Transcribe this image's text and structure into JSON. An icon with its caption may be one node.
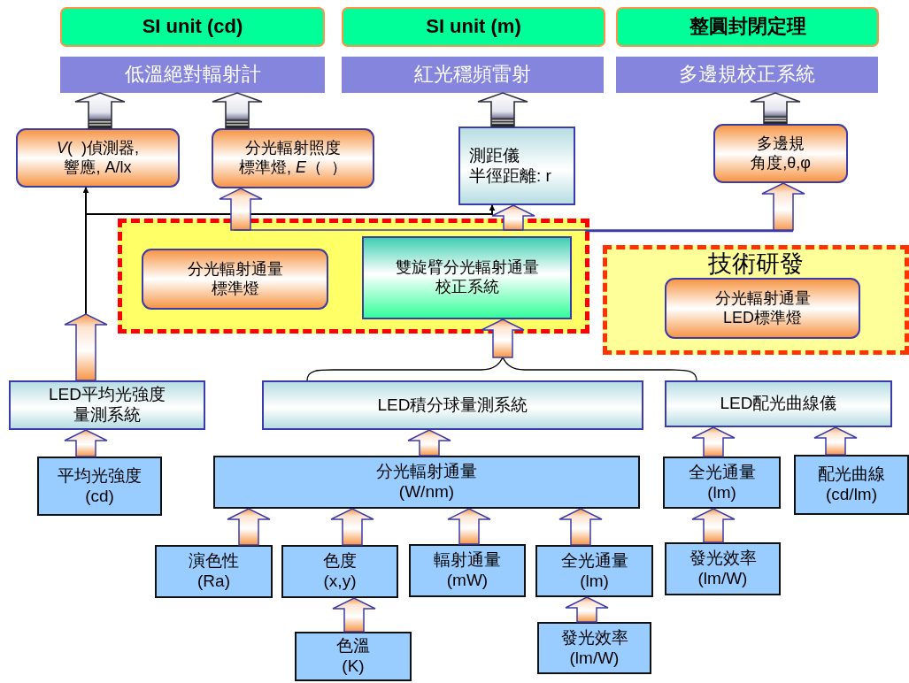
{
  "diagram": {
    "nodes": [
      {
        "text": [
          "SI unit (cd)"
        ]
      },
      {
        "text": [
          "SI unit (m)"
        ]
      },
      {
        "text": [
          "整圓封閉定理"
        ]
      },
      {
        "text": [
          "低溫絕對輻射計"
        ]
      },
      {
        "text": [
          "紅光穩頻雷射"
        ]
      },
      {
        "text": [
          "多邊規校正系統"
        ]
      },
      {
        "text": [
          "*V*(  )偵測器,",
          "響應, A/lx"
        ]
      },
      {
        "text": [
          "分光輻射照度",
          "標準燈, *E*（  ）"
        ]
      },
      {
        "text": [
          "測距儀",
          "半徑距離: r"
        ]
      },
      {
        "text": [
          "多邊規",
          "角度,θ,φ"
        ]
      },
      {
        "text": [],
        "shape": "box"
      },
      {
        "text": [
          "分光輻射通量標準燈"
        ],
        "in": 10
      },
      {
        "text": [
          "雙旋臂分光輻射通量校正系統"
        ],
        "in": 10
      },
      {
        "text": [
          "技術研發"
        ]
      },
      {
        "text": [
          "分光輻射通量LED標準燈"
        ],
        "in": 13
      },
      {
        "text": [
          "LED平均光強度量測系統"
        ]
      },
      {
        "text": [
          "LED積分球量測系統"
        ]
      },
      {
        "text": [
          "LED配光曲線儀"
        ]
      },
      {
        "text": [
          "平均光強度 (cd)"
        ]
      },
      {
        "text": [
          "分光輻射通量 (W/nm)"
        ]
      },
      {
        "text": [
          "全光通量 (lm)"
        ]
      },
      {
        "text": [
          "配光曲線 (cd/lm)"
        ]
      },
      {
        "text": [
          "演色性 (Ra)"
        ]
      },
      {
        "text": [
          "色度 (x,y)"
        ]
      },
      {
        "text": [
          "輻射通量 (mW)"
        ]
      },
      {
        "text": [
          "全光通量 (lm)"
        ]
      },
      {
        "text": [
          "發光效率 (lm/W)"
        ]
      },
      {
        "text": [
          "色溫 (K)"
        ]
      },
      {
        "text": [
          "發光效率 (lm/W)"
        ]
      }
    ],
    "edges": [
      {
        "from": 6,
        "to": 3,
        "arrow": "to",
        "style": "thick",
        "color": "#303040"
      },
      {
        "from": 7,
        "to": 3,
        "arrow": "to",
        "style": "thick",
        "color": "#303040"
      },
      {
        "from": 8,
        "to": 4,
        "arrow": "to",
        "style": "thick",
        "color": "#303040"
      },
      {
        "from": 9,
        "to": 5,
        "arrow": "to",
        "style": "thick",
        "color": "#303040"
      },
      {
        "from": 15,
        "to": 6,
        "arrow": "to",
        "color": "#000000"
      },
      {
        "from": 15,
        "to": 8,
        "arrow": "to",
        "color": "#000000"
      },
      {
        "from": 10,
        "to": 7,
        "arrow": "to",
        "style": "thick"
      },
      {
        "from": 10,
        "to": 8,
        "arrow": "to",
        "style": "thick"
      },
      {
        "from": 10,
        "to": 9,
        "arrow": "to",
        "style": "thick"
      },
      {
        "from": 16,
        "to": 12,
        "arrow": "to",
        "color": "#000000"
      },
      {
        "from": 17,
        "to": 12,
        "arrow": "to",
        "color": "#000000"
      },
      {
        "from": 18,
        "to": 15,
        "arrow": "to",
        "style": "thick"
      },
      {
        "from": 19,
        "to": 16,
        "arrow": "to",
        "style": "thick"
      },
      {
        "from": 20,
        "to": 17,
        "arrow": "to",
        "style": "thick"
      },
      {
        "from": 21,
        "to": 17,
        "arrow": "to",
        "style": "thick"
      },
      {
        "from": 22,
        "to": 19,
        "arrow": "to",
        "style": "thick"
      },
      {
        "from": 23,
        "to": 19,
        "arrow": "to",
        "style": "thick"
      },
      {
        "from": 24,
        "to": 19,
        "arrow": "to",
        "style": "thick"
      },
      {
        "from": 25,
        "to": 19,
        "arrow": "to",
        "style": "thick"
      },
      {
        "from": 27,
        "to": 23,
        "arrow": "to",
        "style": "thick"
      },
      {
        "from": 28,
        "to": 25,
        "arrow": "to",
        "style": "thick"
      },
      {
        "from": 26,
        "to": 20,
        "arrow": "to",
        "style": "thick"
      }
    ]
  }
}
